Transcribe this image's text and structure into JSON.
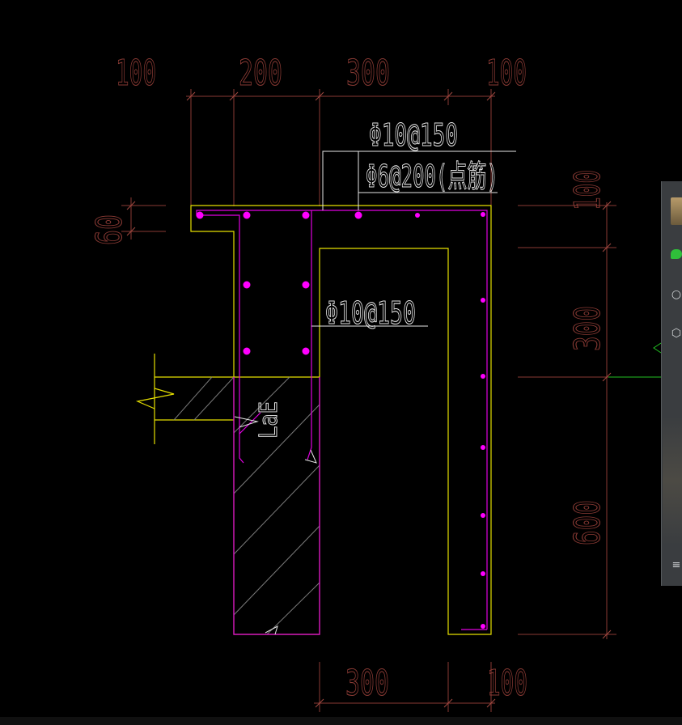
{
  "drawing": {
    "dims_top": [
      "100",
      "200",
      "300",
      "100"
    ],
    "dims_bottom": [
      "300",
      "100"
    ],
    "dims_right": [
      "100",
      "300",
      "600"
    ],
    "dim_left": "60",
    "note_top_bar": "Φ10@150",
    "note_distribution_bar": "Φ6@200(点筋)",
    "note_inner_bar": "Φ10@150",
    "anchor_label": "LaE",
    "colors": {
      "background": "#000000",
      "dimension": "#8a3a34",
      "concrete_outline": "#e6e000",
      "rebar": "#e000e0",
      "rebar_dot": "#ff00ff",
      "note": "#e6e6e6",
      "hatch": "#7a7a7a",
      "axis_line": "#22c022"
    }
  },
  "side_panel": {
    "icons": [
      "avatar",
      "chat-icon",
      "contacts-icon",
      "box-icon",
      "menu-icon"
    ],
    "accent": "#2fbf3a"
  }
}
